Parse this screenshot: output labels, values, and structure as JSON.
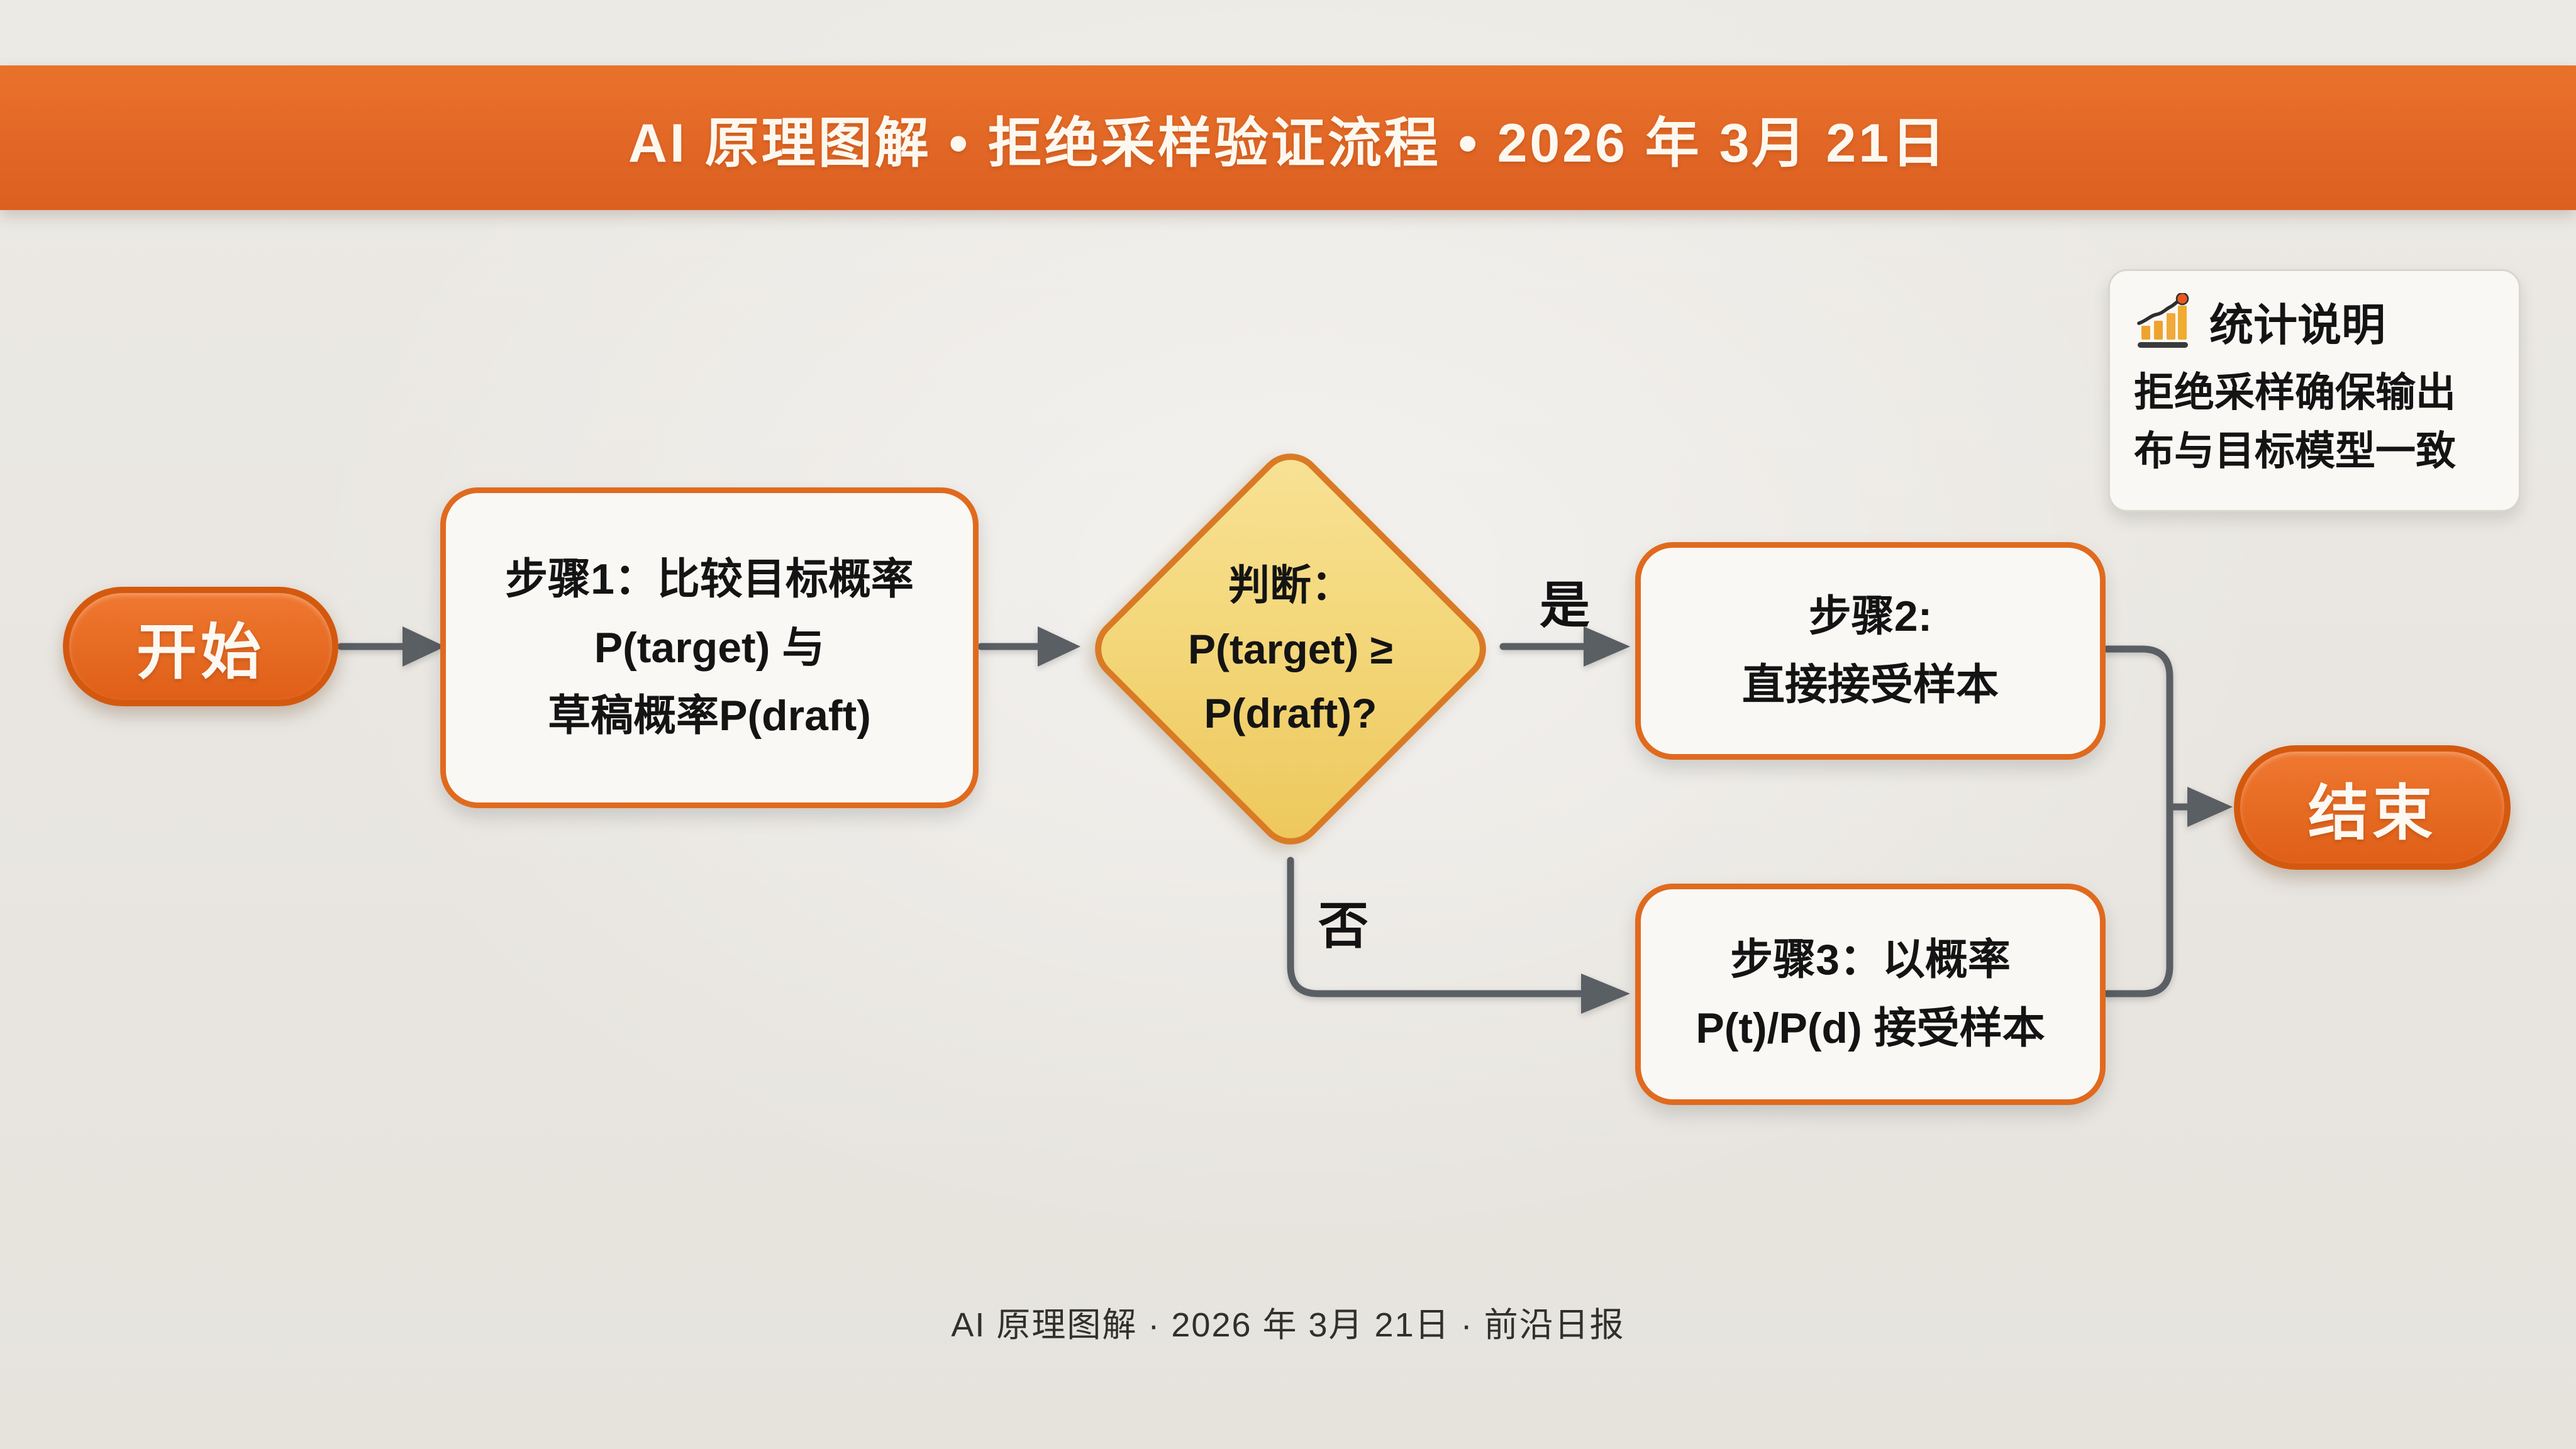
{
  "banner": {
    "title": "AI 原理图解 • 拒绝采样验证流程 • 2026 年 3月 21日"
  },
  "stats_card": {
    "icon": "bar-chart-icon",
    "title": "统计说明",
    "body_line1": "拒绝采样确保输出",
    "body_line2": "布与目标模型一致"
  },
  "flow": {
    "start": {
      "label": "开始"
    },
    "step1": {
      "line1": "步骤1：比较目标概率",
      "line2": "P(target) 与",
      "line3": "草稿概率P(draft)"
    },
    "decision": {
      "line1": "判断：",
      "line2": "P(target) ≥",
      "line3": "P(draft)?"
    },
    "yes_label": "是",
    "no_label": "否",
    "step2": {
      "line1": "步骤2:",
      "line2": "直接接受样本"
    },
    "step3": {
      "line1": "步骤3：以概率",
      "line2": "P(t)/P(d) 接受样本"
    },
    "end": {
      "label": "结束"
    }
  },
  "footer": {
    "text": "AI 原理图解 · 2026 年 3月 21日 · 前沿日报"
  },
  "colors": {
    "banner_orange": "#E26726",
    "node_orange": "#E66A22",
    "node_border_orange": "#D4590F",
    "box_border_orange": "#E06A1E",
    "diamond_fill": "#F3D678",
    "diamond_border": "#DA7A24",
    "connector_gray": "#5A5F64",
    "background": "#E9E6E1",
    "card_background": "#FAF8F5",
    "text_dark": "#141414"
  }
}
